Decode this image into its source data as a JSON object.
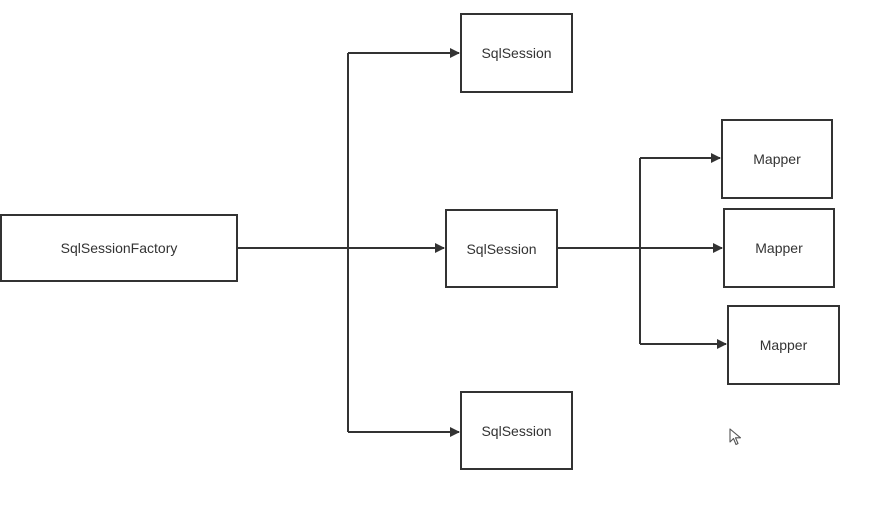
{
  "colors": {
    "stroke": "#333333",
    "background": "#ffffff",
    "text": "#333333"
  },
  "diagram": {
    "nodes": {
      "factory": "SqlSessionFactory",
      "session_top": "SqlSession",
      "session_mid": "SqlSession",
      "session_bot": "SqlSession",
      "mapper_1": "Mapper",
      "mapper_2": "Mapper",
      "mapper_3": "Mapper"
    },
    "edges": [
      {
        "from": "factory",
        "to": "session_top"
      },
      {
        "from": "factory",
        "to": "session_mid"
      },
      {
        "from": "factory",
        "to": "session_bot"
      },
      {
        "from": "session_mid",
        "to": "mapper_1"
      },
      {
        "from": "session_mid",
        "to": "mapper_2"
      },
      {
        "from": "session_mid",
        "to": "mapper_3"
      }
    ]
  },
  "icons": {
    "cursor": "mouse-pointer-icon"
  }
}
